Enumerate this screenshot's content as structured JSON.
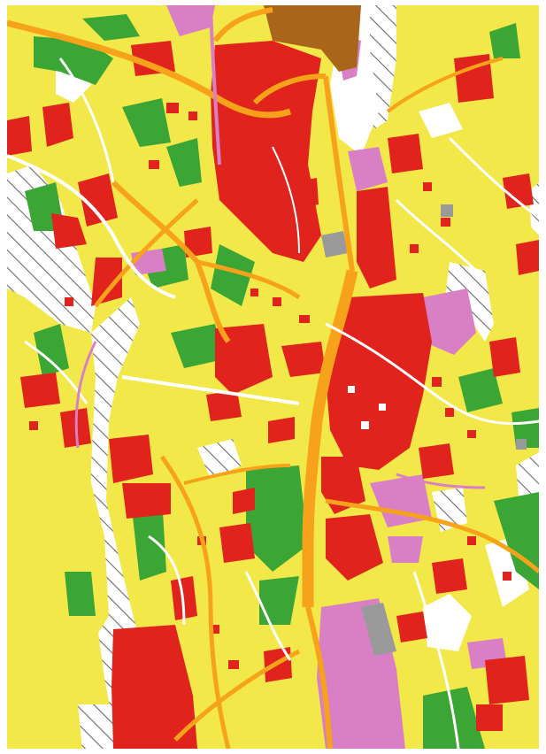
{
  "map": {
    "palette": {
      "residential": "#f3e84a",
      "commercial": "#e0231c",
      "green_space": "#3ba536",
      "institutional": "#d97fc6",
      "roads": "#f6a21a",
      "industrial": "#a9651a",
      "undeveloped_hatch": "#6b6b6b",
      "utility": "#9a9a9a",
      "background": "#ffffff"
    },
    "layers": [
      "residential-zones",
      "commercial-zones",
      "green-spaces",
      "institutional-zones",
      "road-network",
      "undeveloped-hatched-areas"
    ]
  }
}
